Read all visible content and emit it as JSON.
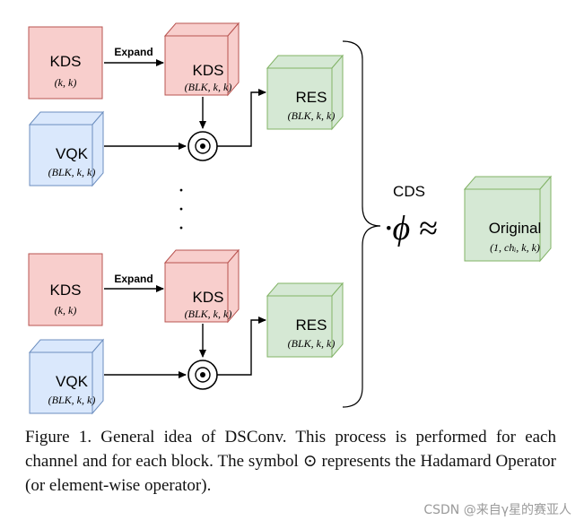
{
  "blocks": [
    {
      "kds_in": {
        "label": "KDS",
        "dims": "(k, k)"
      },
      "expand_label": "Expand",
      "kds_cube": {
        "label": "KDS",
        "dims": "(BLK, k, k)"
      },
      "vqk": {
        "label": "VQK",
        "dims": "(BLK, k, k)"
      },
      "res": {
        "label": "RES",
        "dims": "(BLK, k, k)"
      }
    },
    {
      "kds_in": {
        "label": "KDS",
        "dims": "(k, k)"
      },
      "expand_label": "Expand",
      "kds_cube": {
        "label": "KDS",
        "dims": "(BLK, k, k)"
      },
      "vqk": {
        "label": "VQK",
        "dims": "(BLK, k, k)"
      },
      "res": {
        "label": "RES",
        "dims": "(BLK, k, k)"
      }
    }
  ],
  "ellipsis": "·",
  "cds_label": "CDS",
  "phi_symbol": "·ϕ ≈",
  "original": {
    "label": "Original",
    "dims": "(1, chᵢ, k, k)"
  },
  "caption": "Figure 1. General idea of DSConv. This process is performed for each channel and for each block. The symbol ⊙ represents the Hadamard Operator (or element-wise operator).",
  "watermark": "CSDN @来自γ星的赛亚人",
  "colors": {
    "kds_fill": "#f8cecc",
    "kds_stroke": "#b85450",
    "vqk_fill": "#dae8fc",
    "vqk_stroke": "#6c8ebf",
    "res_fill": "#d5e8d4",
    "res_stroke": "#82b366"
  }
}
